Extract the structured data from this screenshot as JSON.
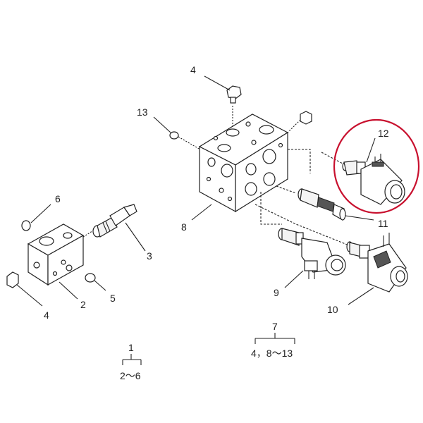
{
  "labels": {
    "l4_top": "4",
    "l13": "13",
    "l12": "12",
    "l8": "8",
    "l11": "11",
    "l6": "6",
    "l3": "3",
    "l5": "5",
    "l2": "2",
    "l4_left": "4",
    "l9": "9",
    "l10": "10"
  },
  "groups": {
    "group1": {
      "number": "1",
      "range": "2～6"
    },
    "group7": {
      "number": "7",
      "range": "4，8～13"
    }
  },
  "highlight_color": "#c8102e"
}
